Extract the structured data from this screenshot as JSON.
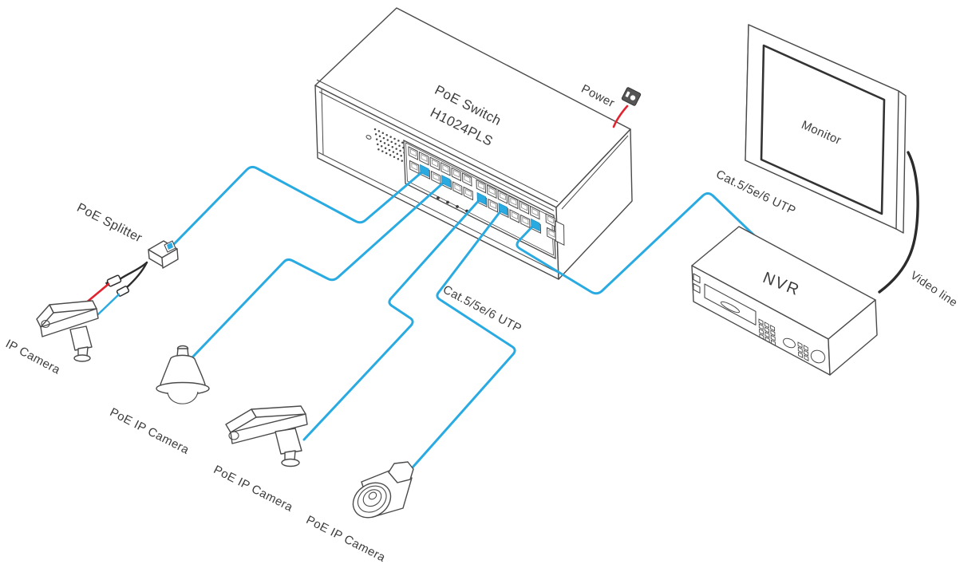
{
  "diagram": {
    "device_labels": {
      "poe_switch_line1": "PoE Switch",
      "poe_switch_line2": "H1024PLS",
      "monitor": "Monitor",
      "nvr": "NVR",
      "poe_splitter": "PoE Splitter",
      "ip_camera": "IP Camera",
      "poe_ip_camera_dome": "PoE IP Camera",
      "poe_ip_camera_box": "PoE IP Camera",
      "poe_ip_camera_bullet": "PoE IP Camera"
    },
    "cable_labels": {
      "power": "Power",
      "cat_utp_center": "Cat.5/5e/6 UTP",
      "cat_utp_right": "Cat.5/5e/6 UTP",
      "video_line": "Video line"
    },
    "colors": {
      "utp_cable": "#29abe2",
      "power_cable": "#e02531",
      "video_cable": "#2b2b2b",
      "outline": "#4a4a4a",
      "label_text": "#3d3d3d",
      "background": "#ffffff"
    }
  }
}
